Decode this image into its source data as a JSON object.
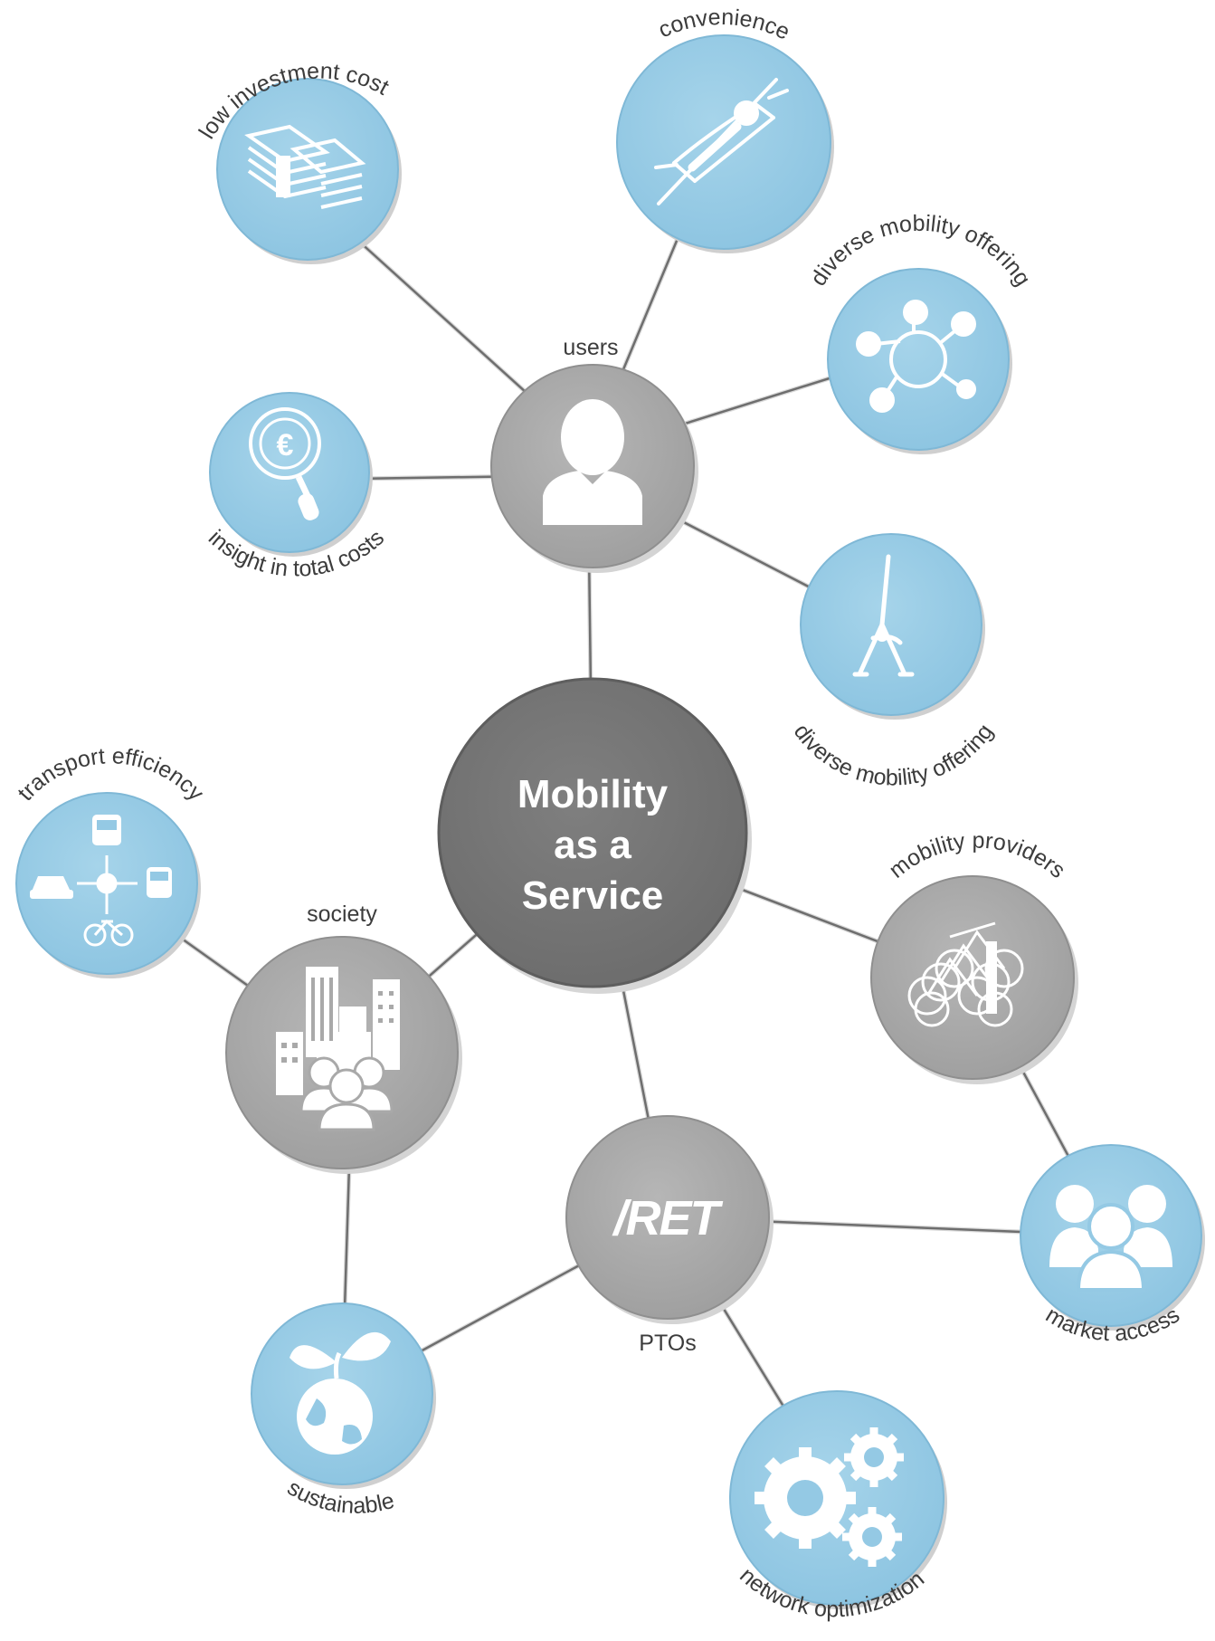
{
  "center": {
    "lines": [
      "Mobility",
      "as a",
      "Service"
    ]
  },
  "hubs": {
    "users": "users",
    "society": "society",
    "ptos": "PTOs",
    "providers": "mobility providers",
    "ret_logo": "/RET"
  },
  "benefits": {
    "low_investment": "low investment cost",
    "convenience": "convenience",
    "diverse_offering_1": "diverse mobility offering",
    "insight_costs": "insight in total costs",
    "diverse_offering_2": "diverse mobility offering",
    "transport_efficiency": "transport efficiency",
    "market_access": "market access",
    "sustainable": "sustainable",
    "network_optimization": "network optimization"
  },
  "icons": {
    "low_investment": "money-stack-icon",
    "convenience": "hammock-icon",
    "diverse_offering_1": "network-nodes-icon",
    "insight_costs": "euro-magnifier-icon",
    "diverse_offering_2": "yoga-pose-icon",
    "transport_efficiency": "transport-modes-icon",
    "market_access": "people-group-icon",
    "sustainable": "plant-globe-icon",
    "network_optimization": "gears-icon",
    "users": "user-icon",
    "society": "city-people-icon",
    "providers": "bicycles-icon"
  },
  "colors": {
    "benefit_fill": "#94c9e4",
    "hub_fill": "#a9a9a9",
    "center_fill": "#767676",
    "connector": "#6e6e6e"
  }
}
